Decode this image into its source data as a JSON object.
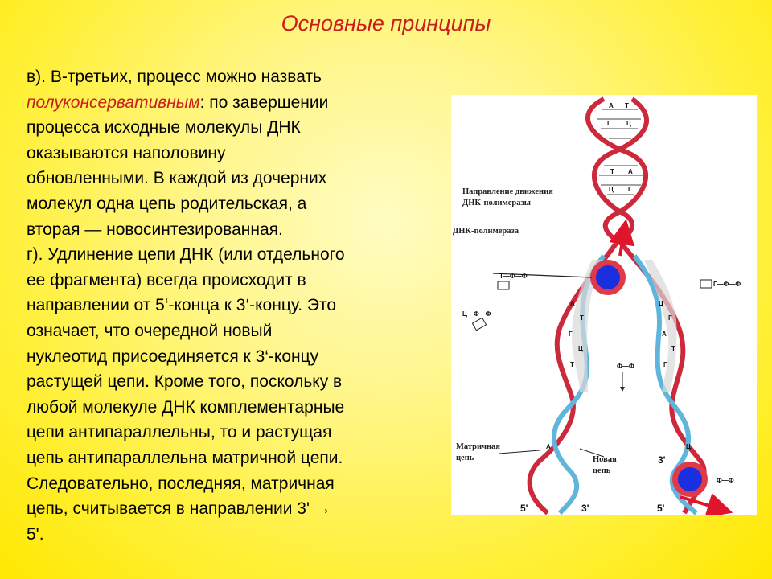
{
  "title": "Основные принципы",
  "paragraph": {
    "line1": "в). В-третьих, процесс можно назвать",
    "line2_highlight": "полуконсервативным",
    "line2_rest": ": по завершении",
    "line3": "процесса исходные молекулы ДНК",
    "line4": "оказываются наполовину",
    "line5": "обновленными. В каждой из дочерних",
    "line6": "молекул одна цепь родительская, а",
    "line7": "вторая — новосинтезированная.",
    "line8": "г). Удлинение цепи ДНК (или отдельного",
    "line9": "ее фрагмента) всегда происходит в",
    "line10": "направлении от 5‘-конца к 3‘-концу. Это",
    "line11": "означает, что очередной новый",
    "line12": "нуклеотид присоединяется к 3‘-концу",
    "line13": "растущей цепи. Кроме того, поскольку в",
    "line14": "любой молекуле ДНК комплементарные",
    "line15": "цепи антипараллельны, то и растущая",
    "line16": "цепь антипараллельна матричной цепи.",
    "line17": "Следовательно, последняя, матричная",
    "line18": "цепь, считывается в направлении 3' →",
    "line19": "5'."
  },
  "figure": {
    "label_direction_1": "Направление движения",
    "label_direction_2": "ДНК-полимеразы",
    "label_polymerase": "ДНК-полимераза",
    "label_template_1": "Матричная",
    "label_template_2": "цепь",
    "label_new_1": "Новая",
    "label_new_2": "цепь",
    "end_left_5": "5'",
    "end_left_3": "3'",
    "end_right_5": "5'",
    "end_right_3": "3'",
    "colors": {
      "parent_strand": "#cc2a3c",
      "new_strand": "#5fb6dc",
      "polymerase": "#1a2fe0",
      "arrow": "#e0142a"
    },
    "bases": {
      "b1": "А",
      "b2": "Т",
      "b3": "Г",
      "b4": "Ц",
      "b5": "Т",
      "b6": "А",
      "b7": "Ц",
      "b8": "Г",
      "b9": "А",
      "b10": "Т",
      "b11": "Г",
      "b12": "Ц",
      "b13": "Т",
      "b14": "А",
      "b15": "Ц",
      "b16": "Г",
      "b17": "А",
      "b18": "Т",
      "b19": "Г",
      "b20": "Ц"
    },
    "nucleotide_1": "Т—Ф—Ф",
    "nucleotide_2": "Ц—Ф—Ф",
    "nucleotide_3": "Г—Ф—Ф",
    "nucleotide_4": "Ф—Ф",
    "nucleotide_5": "Ф—Ф"
  }
}
